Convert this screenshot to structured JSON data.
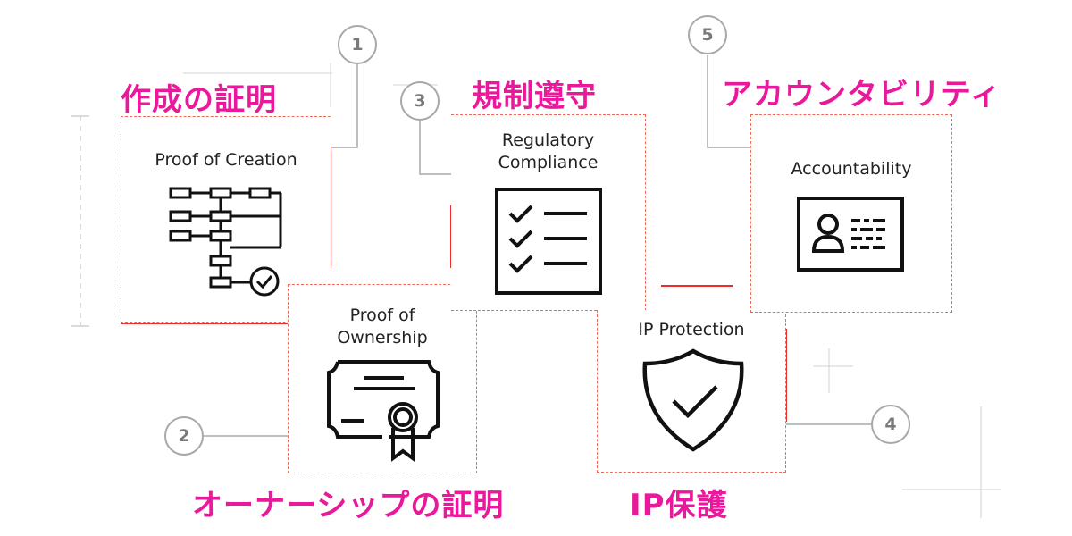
{
  "badges": {
    "b1": "1",
    "b2": "2",
    "b3": "3",
    "b4": "4",
    "b5": "5"
  },
  "cards": {
    "creation": {
      "title": "Proof of Creation",
      "icon": "flowchart-check-icon"
    },
    "ownership": {
      "title_line1": "Proof of",
      "title_line2": "Ownership",
      "icon": "certificate-icon"
    },
    "regulatory": {
      "title_line1": "Regulatory",
      "title_line2": "Compliance",
      "icon": "checklist-icon"
    },
    "ip": {
      "title": "IP Protection",
      "icon": "shield-check-icon"
    },
    "accountability": {
      "title": "Accountability",
      "icon": "id-card-icon"
    }
  },
  "labels": {
    "creation": "作成の証明",
    "regulatory": "規制遵守",
    "accountability": "アカウンタビリティ",
    "ownership": "オーナーシップの証明",
    "ip": "IP保護"
  },
  "colors": {
    "accent": "#ef2b2b",
    "dashed": "#ef6a57",
    "label": "#e8199a",
    "badge": "#a8a8a8"
  }
}
